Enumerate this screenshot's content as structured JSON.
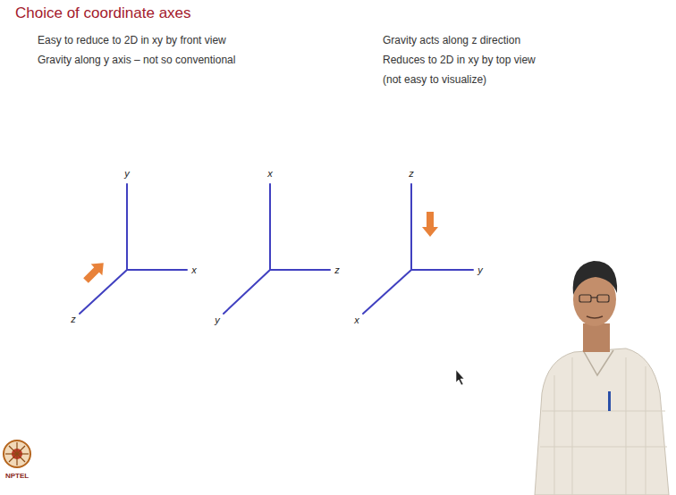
{
  "diagram": {
    "title": "Choice of coordinate axes",
    "labels": [
      "Easy to reduce to 2D in xy by front view",
      "Gravity along y axis – not so conventional",
      "Gravity acts along z direction",
      "Reduces to 2D in xy by top view",
      "(not easy to visualize)",
      "y",
      "x",
      "z",
      "x",
      "z",
      "y",
      "z",
      "y",
      "x",
      "NPTEL"
    ]
  }
}
